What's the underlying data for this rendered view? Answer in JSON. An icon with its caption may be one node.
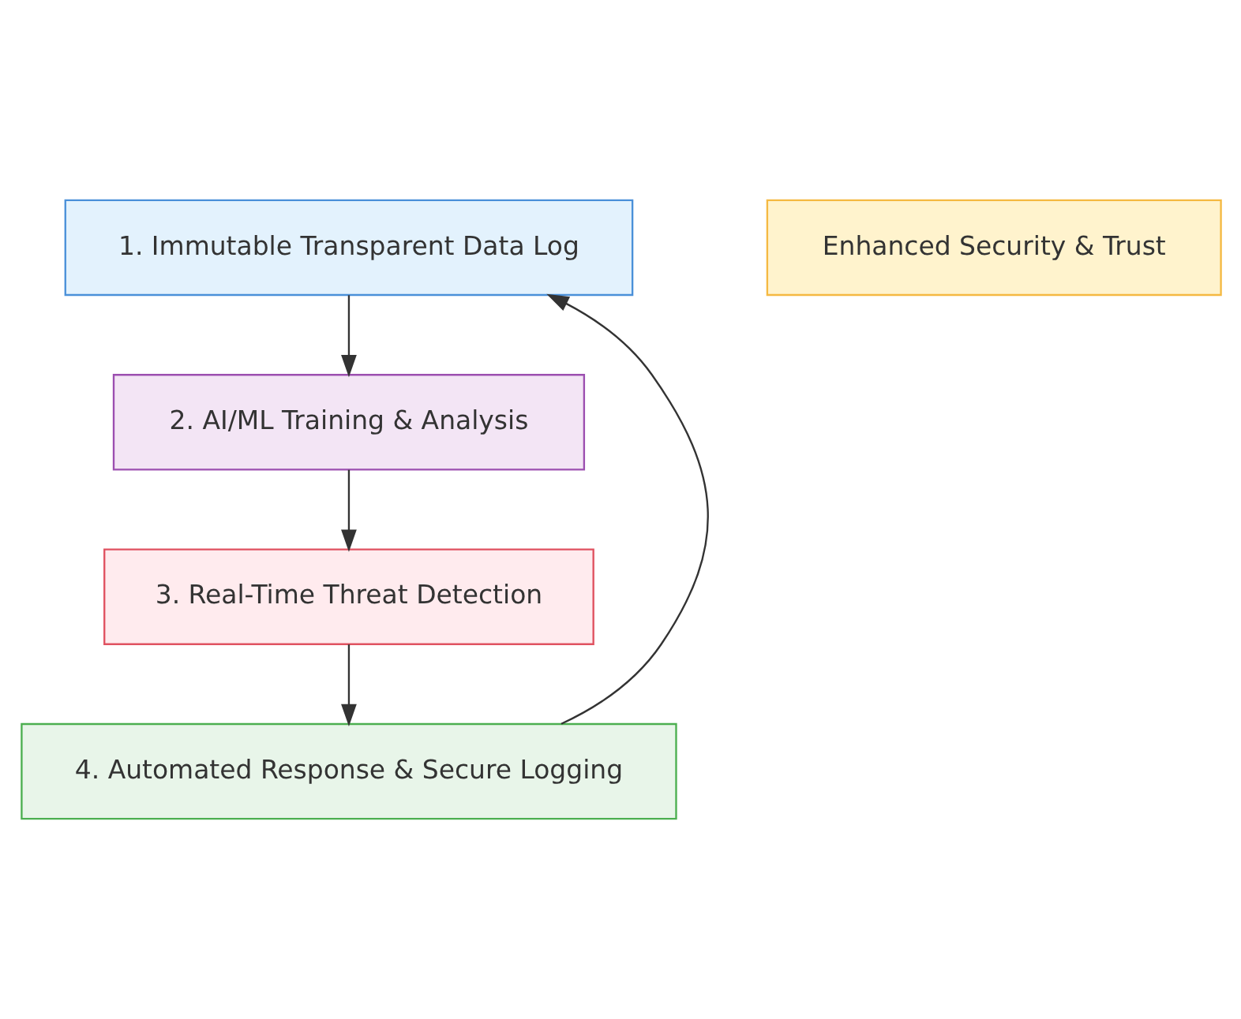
{
  "diagram": {
    "nodes": [
      {
        "text": [
          "1. Immutable Transparent Data Log"
        ]
      },
      {
        "text": [
          "2. AI/ML Training & Analysis"
        ]
      },
      {
        "text": [
          "3. Real-Time Threat Detection"
        ]
      },
      {
        "text": [
          "4. Automated Response & Secure Logging"
        ]
      },
      {
        "text": [
          "Enhanced Security & Trust"
        ]
      }
    ],
    "edges": [
      {
        "from": 0,
        "to": 1,
        "arrow": "to"
      },
      {
        "from": 1,
        "to": 2,
        "arrow": "to"
      },
      {
        "from": 2,
        "to": 3,
        "arrow": "to"
      },
      {
        "from": 3,
        "to": 0,
        "arrow": "to"
      }
    ]
  }
}
